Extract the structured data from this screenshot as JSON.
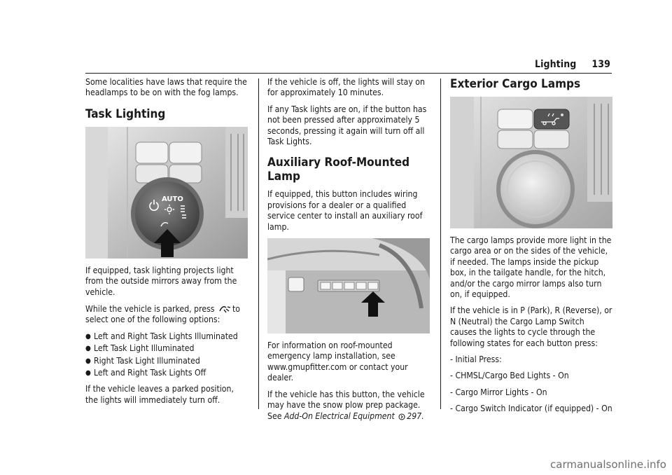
{
  "header": {
    "section": "Lighting",
    "page_number": "139"
  },
  "col1": {
    "intro": "Some localities have laws that require the headlamps to be on with the fog lamps.",
    "heading": "Task Lighting",
    "figure_auto_text": "AUTO",
    "para1": "If equipped, task lighting projects light from the outside mirrors away from the vehicle.",
    "para2_before": "While the vehicle is parked, press",
    "para2_after": "to select one of the following options:",
    "options": [
      "Left and Right Task Lights Illuminated",
      "Left Task Light Illuminated",
      "Right Task Light Illuminated",
      "Left and Right Task Lights Off"
    ],
    "para3": "If the vehicle leaves a parked position, the lights will immediately turn off."
  },
  "col2": {
    "para1": "If the vehicle is off, the lights will stay on for approximately 10 minutes.",
    "para2": "If any Task lights are on, if the button has not been pressed after approximately 5 seconds, pressing it again will turn off all Task Lights.",
    "heading": "Auxiliary Roof-Mounted Lamp",
    "para3": "If equipped, this button includes wiring provisions for a dealer or a qualified service center to install an auxiliary roof lamp.",
    "para4": "For information on roof-mounted emergency lamp installation, see www.gmupfitter.com or contact your dealer.",
    "para5_before": "If the vehicle has this button, the vehicle may have the snow plow prep package. See",
    "para5_ref": "Add-On Electrical Equipment",
    "para5_page": "297."
  },
  "col3": {
    "heading": "Exterior Cargo Lamps",
    "para1": "The cargo lamps provide more light in the cargo area or on the sides of the vehicle, if needed. The lamps inside the pickup box, in the tailgate handle, for the hitch, and/or the cargo mirror lamps also turn on, if equipped.",
    "para2": "If the vehicle is in P (Park), R (Reverse), or N (Neutral) the Cargo Lamp Switch causes the lights to cycle through the following states for each button press:",
    "states": [
      "- Initial Press:",
      "- CHMSL/Cargo Bed Lights - On",
      "- Cargo Mirror Lights - On",
      "- Cargo Switch Indicator (if equipped) - On"
    ]
  },
  "watermark": "carmanualsonline.info",
  "icons": [
    "task-light-icon",
    "page-ref-icon",
    "power-icon",
    "cargo-lamp-icon"
  ]
}
